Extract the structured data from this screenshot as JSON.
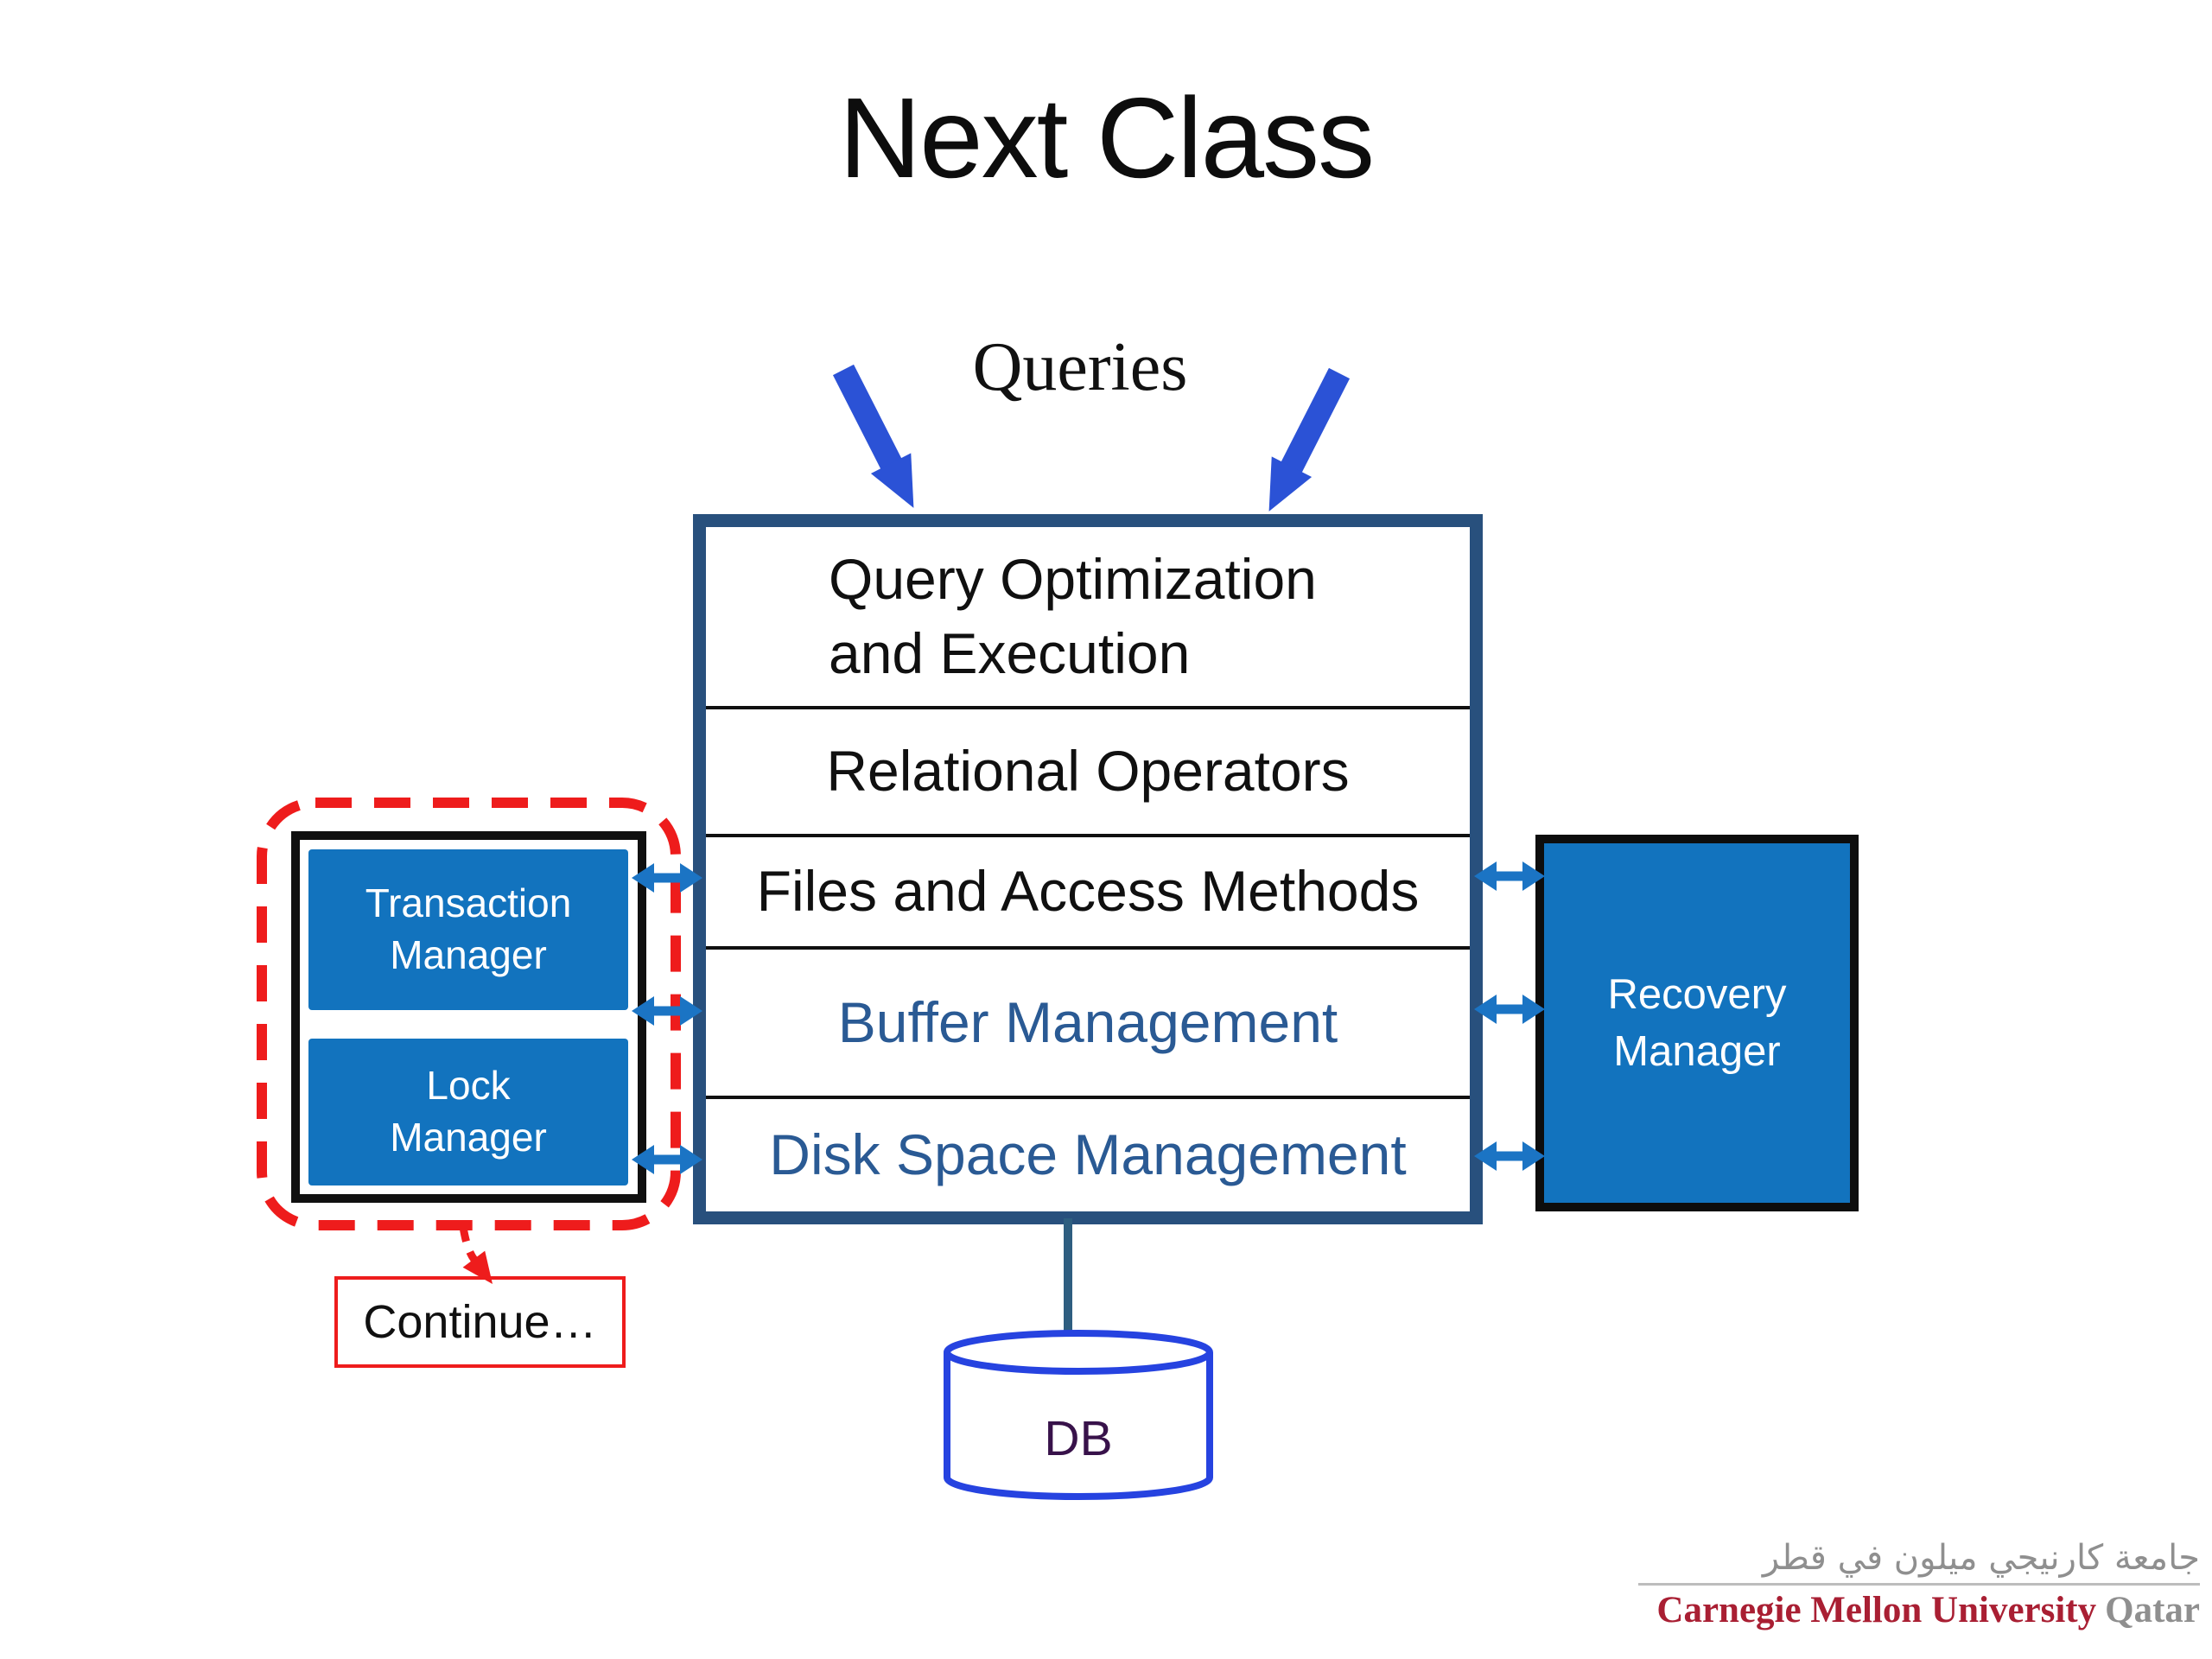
{
  "slide": {
    "title": "Next Class",
    "queries_label": "Queries"
  },
  "stack": {
    "layers": [
      {
        "label": "Query Optimization\nand Execution"
      },
      {
        "label": "Relational Operators"
      },
      {
        "label": "Files and Access Methods"
      },
      {
        "label": "Buffer Management"
      },
      {
        "label": "Disk Space Management"
      }
    ]
  },
  "left_group": {
    "transaction_label": "Transaction\nManager",
    "lock_label": "Lock\nManager",
    "continue_label": "Continue…"
  },
  "right_group": {
    "recovery_label": "Recovery\nManager"
  },
  "db": {
    "label": "DB"
  },
  "logo": {
    "arabic": "جامعة كارنيجي ميلون في قطر",
    "university": "Carnegie Mellon University",
    "campus": "Qatar"
  },
  "icons": {
    "query_arrows": "thick-blue-down-arrows",
    "module_links": "double-headed-arrow",
    "continue_pointer": "red-dashed-down-arrow",
    "database": "blue-cylinder"
  },
  "colors": {
    "stack_border": "#28507D",
    "module_fill_blue": "#1273BE",
    "layer_text_blue": "#2A5A94",
    "big_arrow_blue": "#2B52D6",
    "link_arrow_blue": "#1B74C4",
    "red_accent": "#EE1C1C",
    "db_outline_blue": "#2643E0",
    "db_text_purple": "#38124A",
    "connector_navy": "#2E5E80",
    "cmu_red": "#A91F33",
    "logo_gray": "#8F8F8F"
  }
}
